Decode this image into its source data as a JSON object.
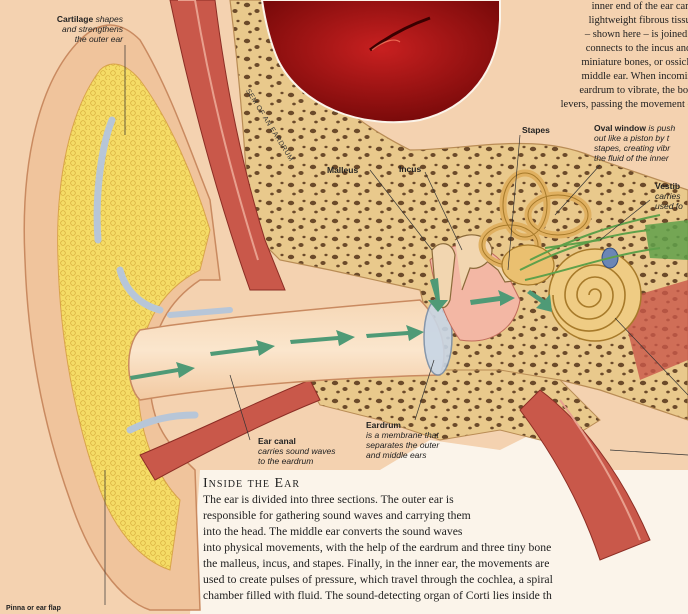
{
  "intro_lines": [
    "inner end of the ear canal",
    "lightweight fibrous tissue,",
    "– shown here – is joined to",
    "connects to the incus and s",
    "miniature bones, or ossicles",
    "middle ear. When incoming",
    "eardrum to vibrate, the bone",
    "levers, passing the movement on"
  ],
  "sem_caption": "SEM OF AN EARDRUM",
  "labels": {
    "cartilage": {
      "title": "Cartilage",
      "desc1": "shapes",
      "desc2": "and strengthens",
      "desc3": "the outer ear"
    },
    "malleus": {
      "title": "Malleus"
    },
    "incus": {
      "title": "Incus"
    },
    "stapes": {
      "title": "Stapes"
    },
    "oval_window": {
      "title": "Oval window",
      "desc1": "is push",
      "desc2": "out like a piston by t",
      "desc3": "stapes, creating vibr",
      "desc4": "the fluid of the inner"
    },
    "vestibule": {
      "title": "Vestib",
      "desc1": "carries",
      "desc2": "used fo"
    },
    "ear_canal": {
      "title": "Ear canal",
      "desc1": "carries sound waves",
      "desc2": "to the eardrum"
    },
    "eardrum": {
      "title": "Eardrum",
      "desc1": "is a membrane that",
      "desc2": "separates the outer",
      "desc3": "and middle ears"
    },
    "pinna": {
      "title": "Pinna or ear flap"
    }
  },
  "heading": "Inside the Ear",
  "body_lines": [
    "The ear is divided into three sections. The outer ear is",
    "responsible for gathering sound waves and carrying them",
    "into the head. The middle ear converts the sound waves",
    "into physical movements, with the help of the eardrum and three tiny bone",
    "the malleus, incus, and stapes. Finally, in the inner ear, the movements are",
    "used to create pulses of pressure, which travel through the cochlea, a spiral",
    "chamber filled with fluid. The sound-detecting organ of Corti lies inside th"
  ],
  "colors": {
    "skin": "#f0c49c",
    "bone": "#e8c98a",
    "cartilage": "#f3dc6c",
    "muscle": "#c9584a",
    "eardrum_sem": "#b01818",
    "arrow": "#4f9a76"
  }
}
